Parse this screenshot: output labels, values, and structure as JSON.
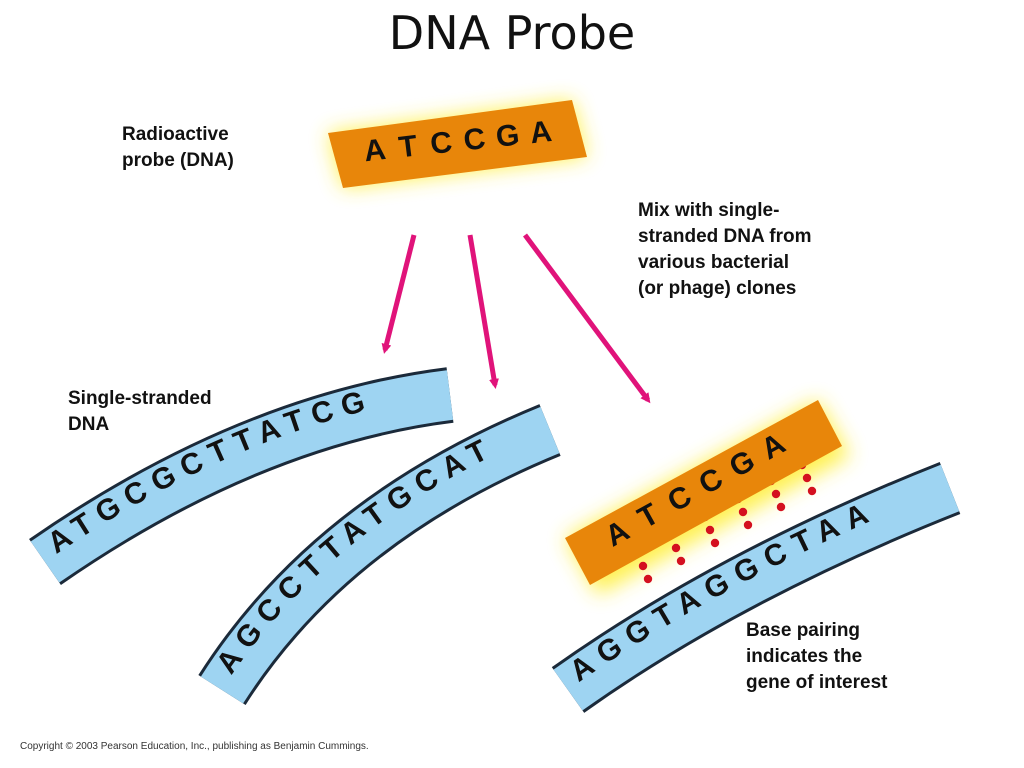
{
  "title": "DNA Probe",
  "labels": {
    "probe": "Radioactive\nprobe (DNA)",
    "single_stranded": "Single-stranded\nDNA",
    "mix": "Mix with single-\nstranded DNA from\nvarious bacterial\n(or phage) clones",
    "base_pairing": "Base pairing\nindicates the\ngene of interest"
  },
  "probe_sequence": "ATCCGA",
  "strands": [
    {
      "name": "strand-1",
      "sequence": "ATGCGCTTATCG"
    },
    {
      "name": "strand-2",
      "sequence": "AGCCTTATGCAT"
    },
    {
      "name": "strand-3",
      "sequence": "AGGTAGGCTAA"
    }
  ],
  "bound_probe_sequence": "ATCCGA",
  "copyright": "Copyright © 2003 Pearson Education, Inc., publishing as Benjamin Cummings.",
  "colors": {
    "probe": "#e8860a",
    "glow": "#ffee33",
    "strand": "#9ed4f2",
    "strand_edge": "#1b2a3a",
    "arrow": "#e0137a",
    "bond": "#d4101f"
  }
}
